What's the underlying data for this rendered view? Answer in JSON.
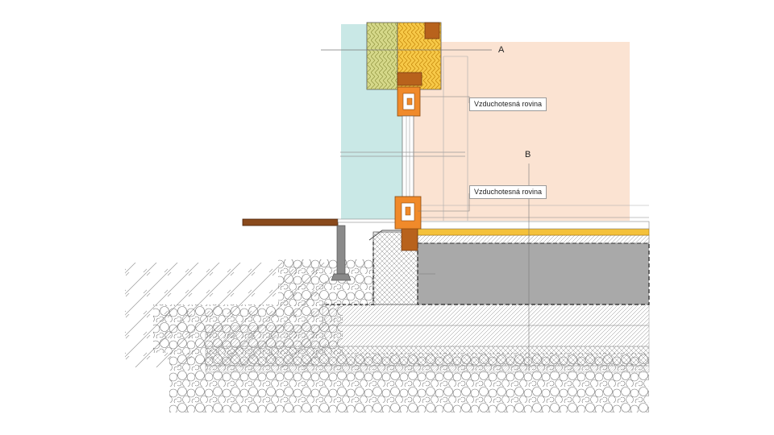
{
  "labels": {
    "section_a": "A",
    "section_b": "B",
    "airtight_plane_upper": "Vzduchotesná rovina",
    "airtight_plane_lower": "Vzduchotesná rovina"
  },
  "colors": {
    "exterior_zone": "#c9e8e6",
    "interior_zone": "#fbe3d2",
    "timber": "#b8621c",
    "insulation_yellow": "#f7c948",
    "insulation_green": "#d6d98a",
    "window_frame": "#f08a2a",
    "concrete_slab": "#a9a9a9",
    "deck_board": "#8a4a1c",
    "line": "#555555"
  }
}
